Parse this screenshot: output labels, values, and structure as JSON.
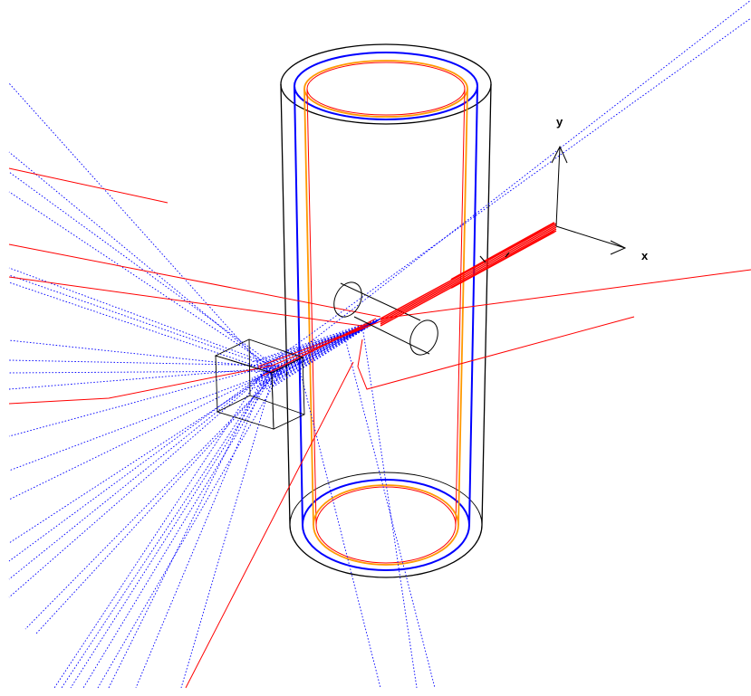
{
  "axes": {
    "x_label": "x",
    "y_label": "y"
  },
  "colors": {
    "background": "#ffffff",
    "geometry_outline": "#000000",
    "inner_shell_blue": "#0000ff",
    "inner_shell_orange": "#ff9900",
    "inner_shell_red": "#ff0000",
    "neutral_tracks": "#0000ff",
    "charged_tracks": "#ff0000"
  },
  "elements": [
    "outer-cylinder",
    "blue-shell",
    "orange-red-shell",
    "target-cylinder",
    "detector-box",
    "incoming-beam",
    "particle-shower"
  ]
}
